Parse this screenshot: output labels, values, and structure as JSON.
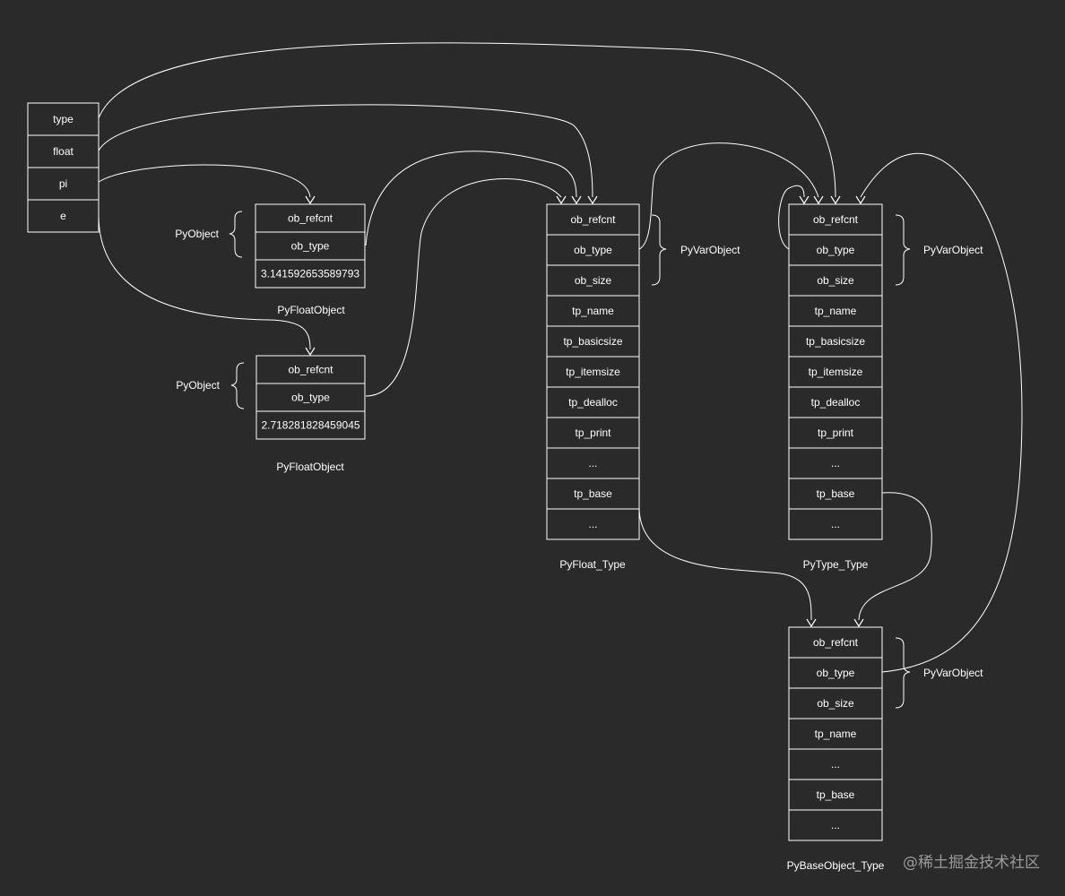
{
  "namespace": {
    "cells": [
      "type",
      "float",
      "pi",
      "e"
    ]
  },
  "pi_object": {
    "cells": [
      "ob_refcnt",
      "ob_type",
      "3.141592653589793"
    ],
    "brace_label": "PyObject",
    "caption": "PyFloatObject"
  },
  "e_object": {
    "cells": [
      "ob_refcnt",
      "ob_type",
      "2.718281828459045"
    ],
    "brace_label": "PyObject",
    "caption": "PyFloatObject"
  },
  "float_type": {
    "cells": [
      "ob_refcnt",
      "ob_type",
      "ob_size",
      "tp_name",
      "tp_basicsize",
      "tp_itemsize",
      "tp_dealloc",
      "tp_print",
      "...",
      "tp_base",
      "..."
    ],
    "brace_label": "PyVarObject",
    "caption": "PyFloat_Type"
  },
  "type_type": {
    "cells": [
      "ob_refcnt",
      "ob_type",
      "ob_size",
      "tp_name",
      "tp_basicsize",
      "tp_itemsize",
      "tp_dealloc",
      "tp_print",
      "...",
      "tp_base",
      "..."
    ],
    "brace_label": "PyVarObject",
    "caption": "PyType_Type"
  },
  "base_object_type": {
    "cells": [
      "ob_refcnt",
      "ob_type",
      "ob_size",
      "tp_name",
      "...",
      "tp_base",
      "..."
    ],
    "brace_label": "PyVarObject",
    "caption": "PyBaseObject_Type"
  },
  "watermark": "@稀土掘金技术社区",
  "colors": {
    "background": "#2a2a2a",
    "line": "#ffffff",
    "text": "#ffffff",
    "watermark": "#9a9a9a"
  }
}
